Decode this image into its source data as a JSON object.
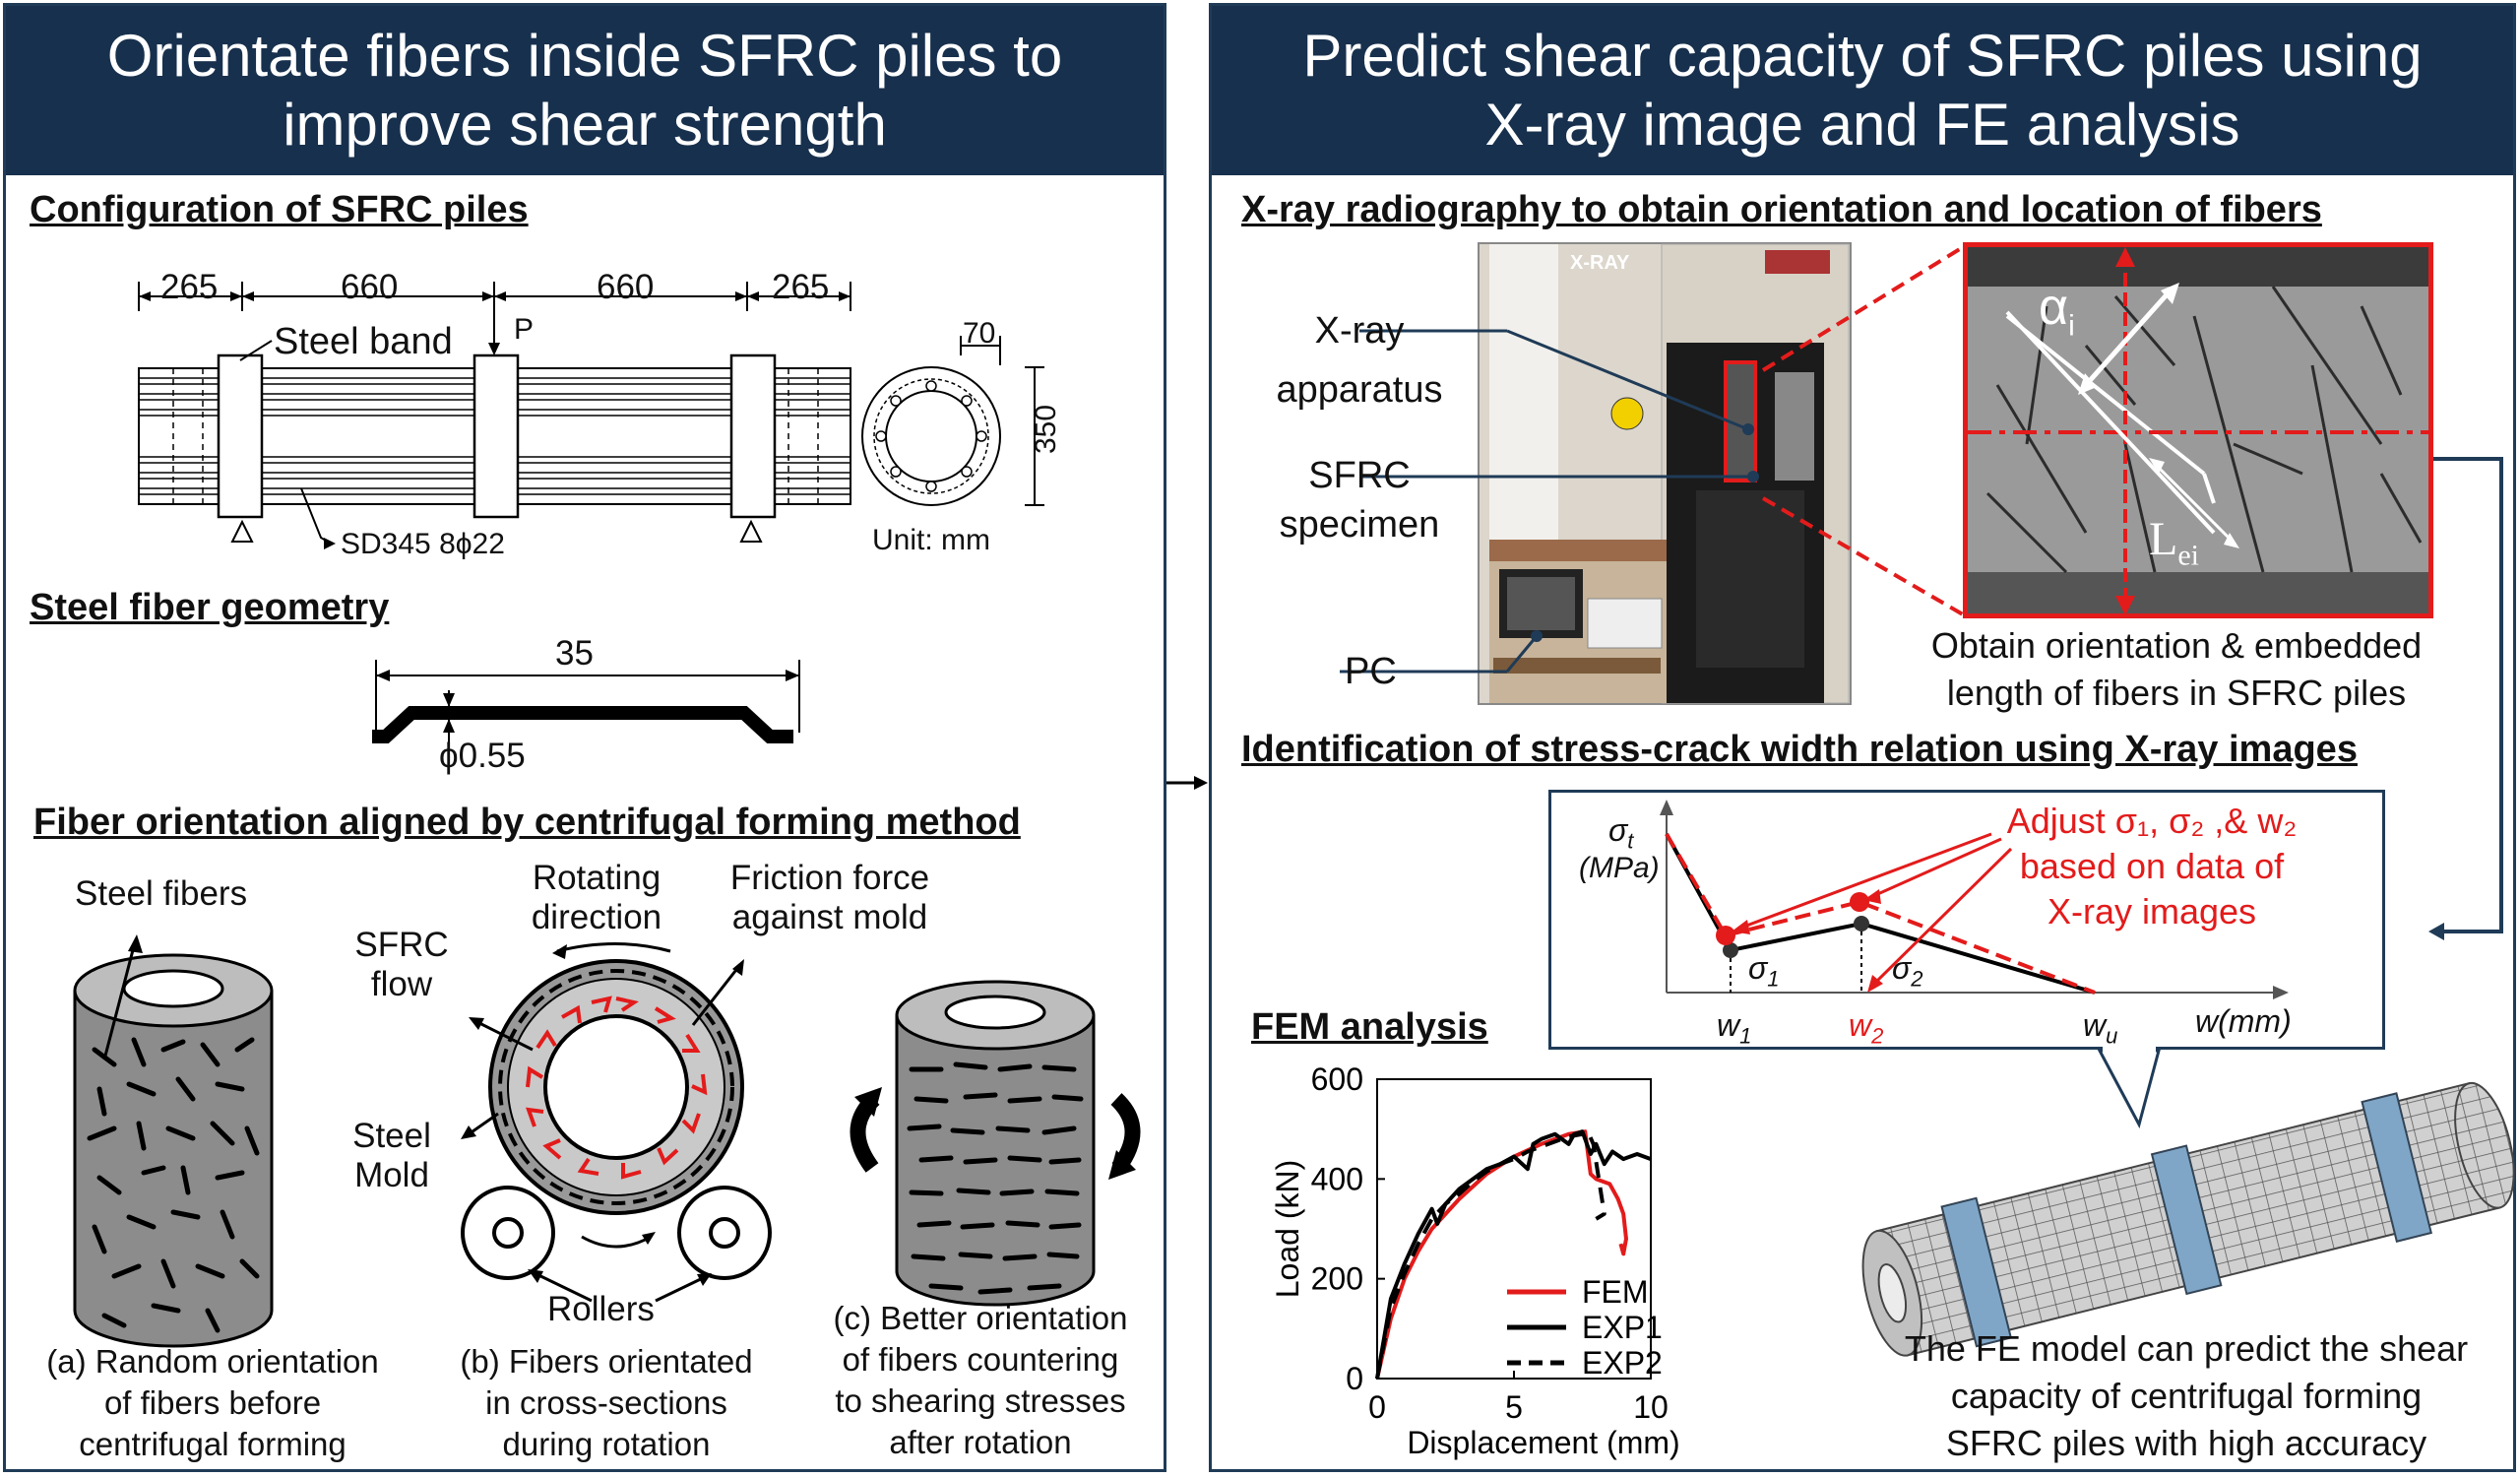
{
  "left": {
    "title_line1": "Orientate fibers inside SFRC piles to",
    "title_line2": "improve shear strength",
    "config": {
      "heading": "Configuration of SFRC piles",
      "dim1": "265",
      "dim2": "660",
      "dim3": "660",
      "dim4": "265",
      "steel_band": "Steel band",
      "load": "P",
      "rebar": "SD345 8ϕ22",
      "dim_70": "70",
      "dim_350": "350",
      "unit": "Unit: mm"
    },
    "fiber": {
      "heading": "Steel fiber geometry",
      "length": "35",
      "diameter": "ϕ0.55"
    },
    "orientation": {
      "heading": "Fiber orientation aligned by centrifugal forming method",
      "steel_fibers": "Steel fibers",
      "rotating_l1": "Rotating",
      "rotating_l2": "direction",
      "friction_l1": "Friction force",
      "friction_l2": "against mold",
      "sfrc_l1": "SFRC",
      "sfrc_l2": "flow",
      "mold_l1": "Steel",
      "mold_l2": "Mold",
      "rollers": "Rollers",
      "cap_a_l1": "(a) Random orientation",
      "cap_a_l2": "of fibers before",
      "cap_a_l3": "centrifugal forming",
      "cap_b_l1": "(b) Fibers orientated",
      "cap_b_l2": "in cross-sections",
      "cap_b_l3": "during rotation",
      "cap_c_l1": "(c) Better orientation",
      "cap_c_l2": "of fibers countering",
      "cap_c_l3": "to shearing stresses",
      "cap_c_l4": "after rotation"
    }
  },
  "right": {
    "title_line1": "Predict shear capacity of SFRC piles using",
    "title_line2": "X-ray image and FE analysis",
    "xray": {
      "heading": "X-ray radiography to obtain orientation and location of fibers",
      "apparatus_l1": "X-ray",
      "apparatus_l2": "apparatus",
      "specimen_l1": "SFRC",
      "specimen_l2": "specimen",
      "pc": "PC",
      "sign": "X-RAY",
      "alpha": "α",
      "alpha_sub": "i",
      "lei": "L",
      "lei_sub": "ei",
      "obtain_l1": "Obtain orientation & embedded",
      "obtain_l2": "length of fibers in SFRC piles"
    },
    "ident": {
      "heading": "Identification of stress-crack width relation using X-ray images",
      "ylabel": "σ",
      "ylabel_sub": "t",
      "yunit": "(MPa)",
      "xlabel": "w(mm)",
      "w1": "w",
      "w1_sub": "1",
      "w2": "w",
      "w2_sub": "2",
      "wu": "w",
      "wu_sub": "u",
      "s1": "σ",
      "s1_sub": "1",
      "s2": "σ",
      "s2_sub": "2",
      "adjust_l1": "Adjust σ₁, σ₂ ,& w₂",
      "adjust_l2": "based on data of",
      "adjust_l3": "X-ray images",
      "accent": "#e31b1b"
    },
    "fem": {
      "heading": "FEM analysis",
      "conclusion_l1": "The FE model can predict the shear",
      "conclusion_l2": "capacity of centrifugal forming",
      "conclusion_l3": "SFRC piles with high accuracy"
    }
  },
  "chart_data": {
    "type": "line",
    "xlabel": "Displacement (mm)",
    "ylabel": "Load (kN)",
    "xlim": [
      0,
      10
    ],
    "ylim": [
      0,
      600
    ],
    "xticks": [
      0,
      5,
      10
    ],
    "yticks": [
      0,
      200,
      400,
      600
    ],
    "legend_position": "bottom-right",
    "series": [
      {
        "name": "FEM",
        "color": "#e31b1b",
        "style": "solid",
        "x": [
          0,
          0.5,
          1,
          1.5,
          2,
          3,
          4,
          5,
          6,
          7,
          7.6,
          7.8,
          8.0,
          8.5,
          8.8,
          9.0,
          9.1,
          9.0,
          8.9
        ],
        "y": [
          0,
          120,
          200,
          255,
          300,
          360,
          410,
          445,
          470,
          490,
          495,
          410,
          400,
          390,
          360,
          330,
          280,
          250,
          270
        ]
      },
      {
        "name": "EXP1",
        "color": "#000000",
        "style": "solid",
        "x": [
          0,
          0.5,
          1,
          1.5,
          2,
          2.2,
          2.5,
          3,
          3.5,
          4,
          4.5,
          5,
          5.5,
          5.7,
          6,
          6.5,
          7,
          7.2,
          7.5,
          7.8,
          8.0,
          8.3,
          8.6,
          9.0,
          9.5,
          10
        ],
        "y": [
          0,
          160,
          230,
          290,
          340,
          310,
          350,
          380,
          400,
          420,
          430,
          445,
          420,
          470,
          480,
          490,
          470,
          490,
          495,
          450,
          470,
          430,
          455,
          440,
          450,
          440
        ]
      },
      {
        "name": "EXP2",
        "color": "#000000",
        "style": "dashed",
        "x": [
          0,
          0.5,
          1,
          1.5,
          2,
          2.5,
          3,
          3.5,
          4,
          4.5,
          5,
          5.5,
          6,
          6.5,
          7,
          7.5,
          7.7,
          7.9,
          8.1,
          8.3,
          8.0
        ],
        "y": [
          0,
          140,
          210,
          270,
          320,
          350,
          370,
          395,
          415,
          430,
          440,
          455,
          465,
          475,
          485,
          490,
          495,
          470,
          400,
          330,
          320
        ]
      }
    ]
  }
}
